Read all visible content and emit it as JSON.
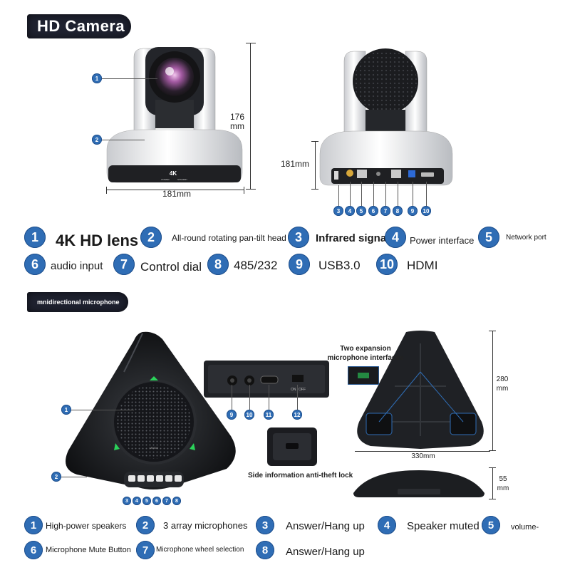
{
  "camera_section": {
    "title": "HD Camera",
    "height_value": "176",
    "height_unit": "mm",
    "width_front": "181mm",
    "depth_side": "181mm",
    "front_badge_text": "4K",
    "front_labels": [
      "POWER",
      "STANDBY"
    ],
    "callouts_front": [
      "1",
      "2"
    ],
    "callouts_back": [
      "3",
      "4",
      "5",
      "6",
      "7",
      "8",
      "9",
      "10"
    ],
    "features": [
      {
        "num": "1",
        "label": "4K HD lens"
      },
      {
        "num": "2",
        "label": "All-round rotating pan-tilt head"
      },
      {
        "num": "3",
        "label": "Infrared signal"
      },
      {
        "num": "4",
        "label": "Power interface"
      },
      {
        "num": "5",
        "label": "Network port"
      },
      {
        "num": "6",
        "label": "audio input"
      },
      {
        "num": "7",
        "label": "Control dial"
      },
      {
        "num": "8",
        "label": "485/232"
      },
      {
        "num": "9",
        "label": "USB3.0"
      },
      {
        "num": "10",
        "label": "HDMI"
      }
    ]
  },
  "mic_section": {
    "title": "mnidirectional microphone",
    "expansion_caption": "Two expansion microphone interfaces",
    "anti_theft_caption": "Side information anti-theft lock",
    "height_value": "280",
    "height_unit": "mm",
    "width_value": "330mm",
    "thickness_value": "55",
    "thickness_unit": "mm",
    "port_labels": [
      "ON",
      "OFF"
    ],
    "model_text": "M8300",
    "callouts_top": [
      "1",
      "2"
    ],
    "callouts_ports": [
      "9",
      "10",
      "11",
      "12"
    ],
    "callouts_buttons": [
      "3",
      "4",
      "5",
      "6",
      "7",
      "8"
    ],
    "features": [
      {
        "num": "1",
        "label": "High-power speakers"
      },
      {
        "num": "2",
        "label": "3 array microphones"
      },
      {
        "num": "3",
        "label": "Answer/Hang up"
      },
      {
        "num": "4",
        "label": "Speaker muted"
      },
      {
        "num": "5",
        "label": "volume-"
      },
      {
        "num": "6",
        "label": "Microphone Mute Button"
      },
      {
        "num": "7",
        "label": "Microphone wheel selection"
      },
      {
        "num": "8",
        "label": "Answer/Hang up"
      }
    ]
  },
  "colors": {
    "badge": "#2f6db5",
    "pill": "#1f2230",
    "camera_body": "#e9eaec",
    "mic_body": "#1c1e21",
    "led": "#2bd35a"
  }
}
